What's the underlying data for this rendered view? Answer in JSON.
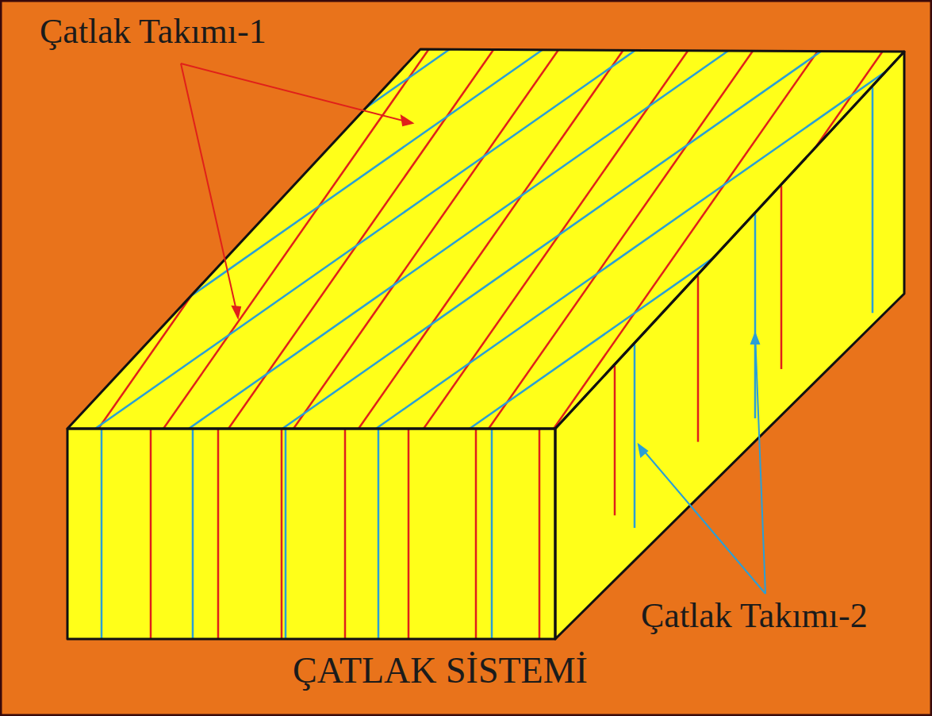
{
  "diagram": {
    "caption": "ÇATLAK SİSTEMİ",
    "labels": [
      "Çatlak Takımı-1",
      "Çatlak Takımı-2"
    ]
  }
}
